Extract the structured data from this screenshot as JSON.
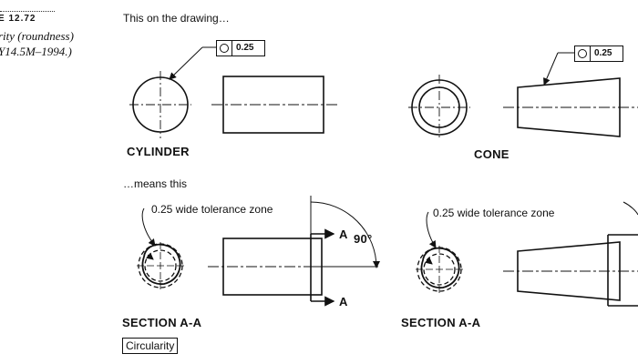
{
  "caption": {
    "title": "E 12.72",
    "line1": "rity (roundness)",
    "line2": "Y14.5M–1994.)"
  },
  "top_heading": "This on the drawing…",
  "mid_heading": "…means this",
  "fcf": {
    "symbol": "circularity-symbol",
    "cylinder_value": "0.25",
    "cone_value": "0.25"
  },
  "labels": {
    "cylinder": "CYLINDER",
    "cone": "CONE",
    "zone_left": "0.25 wide tolerance zone",
    "zone_right": "0.25 wide tolerance zone",
    "angle": "90°",
    "section_a_top": "A",
    "section_a_bottom": "A",
    "section_left": "SECTION A-A",
    "section_right": "SECTION A-A",
    "circularity_box": "Circularity"
  }
}
